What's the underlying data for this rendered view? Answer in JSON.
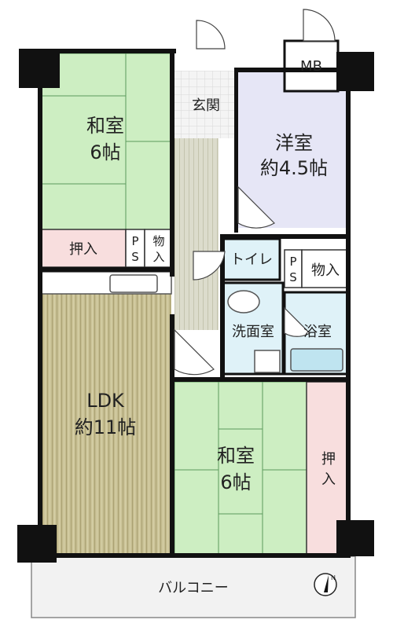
{
  "rooms": {
    "washitsu_top": {
      "name": "和室",
      "size": "6帖"
    },
    "yoshitsu": {
      "name": "洋室",
      "size": "約4.5帖"
    },
    "mb": "MB",
    "genkan": "玄関",
    "oshiire_left": "押入",
    "ps_left": [
      "P",
      "S"
    ],
    "monoire_left": [
      "物",
      "入"
    ],
    "toilet": "トイレ",
    "ps_right": [
      "P",
      "S"
    ],
    "monoire_right": "物入",
    "senmenshitsu": "洗面室",
    "yokushitsu": "浴室",
    "ldk": {
      "name": "LDK",
      "size": "約11帖"
    },
    "washitsu_bottom": {
      "name": "和室",
      "size": "6帖"
    },
    "oshiire_right": [
      "押",
      "入"
    ],
    "balcony": "バルコニー"
  },
  "colors": {
    "tatami": "#cdeec2",
    "yoshitsu": "#e6e6f6",
    "wet_area": "#dff2f8",
    "storage": "#f8dede",
    "wood_floor": "#c8c094",
    "hall": "#dcdccc",
    "balcony": "#f2f2f2",
    "wall": "#111111"
  },
  "icons": [
    "north-compass-icon"
  ]
}
